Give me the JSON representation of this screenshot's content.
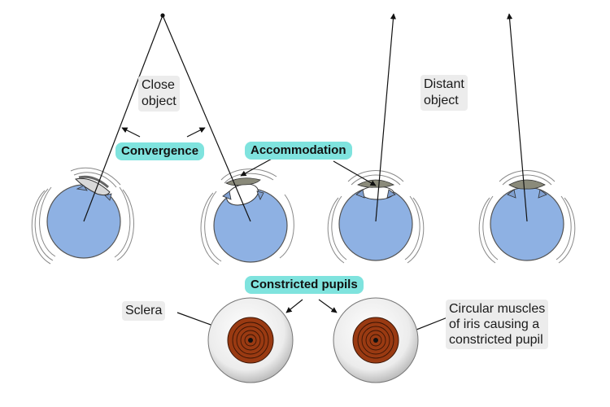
{
  "labels": {
    "close_object": [
      "Close",
      "object"
    ],
    "distant_object": [
      "Distant",
      "object"
    ],
    "convergence": "Convergence",
    "accommodation": "Accommodation",
    "constricted_pupils": "Constricted pupils",
    "sclera": "Sclera",
    "circular_muscles": [
      "Circular muscles",
      "of iris causing a",
      "constricted pupil"
    ]
  },
  "colors": {
    "eyeball": "#8eb1e3",
    "lens": "#d9d9d9",
    "iris": "#9a3a12",
    "tag": "#7fe3de",
    "label_bg": "#ececec",
    "sclera": "#f2f2f2"
  }
}
